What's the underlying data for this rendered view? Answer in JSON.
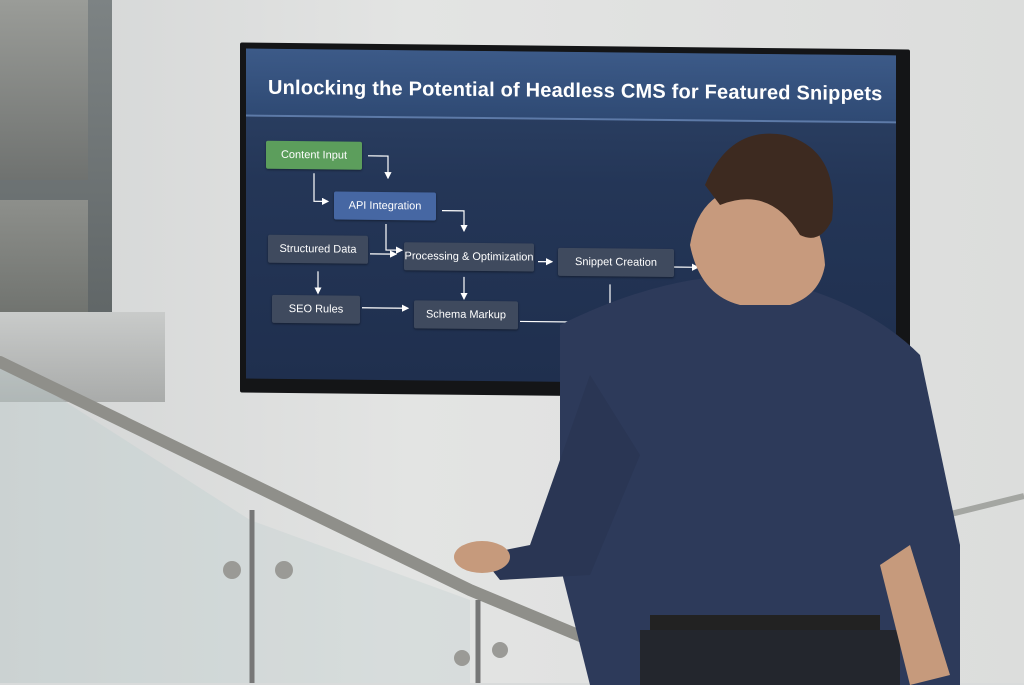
{
  "slide": {
    "title": "Unlocking the Potential of Headless CMS for Featured Snippets",
    "nodes": {
      "content_input": "Content Input",
      "api_integration": "API Integration",
      "structured_data": "Structured Data",
      "processing_optimization": "Processing & Optimization",
      "snippet_creation": "Snippet Creation",
      "seo_rules": "SEO Rules",
      "schema_markup": "Schema Markup"
    }
  },
  "colors": {
    "slide_background": "#243657",
    "content_input_node": "#5c9e5c",
    "api_integration_node": "#4667a3",
    "other_nodes": "#3f4a5e",
    "shirt": "#2d3a5a"
  }
}
